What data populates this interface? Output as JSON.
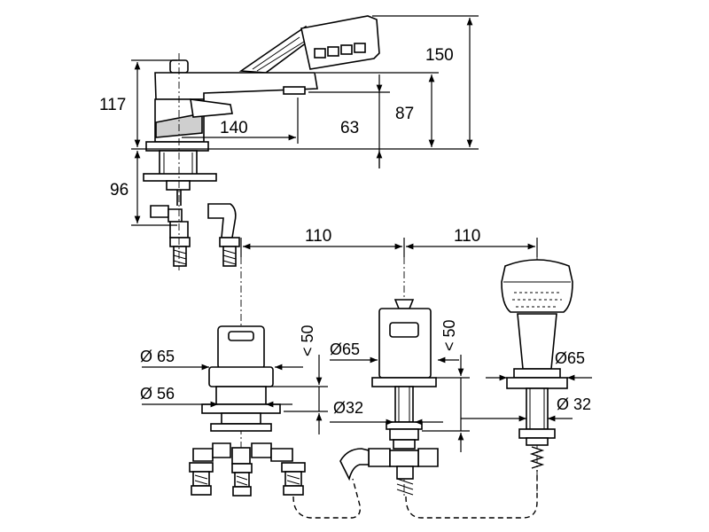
{
  "dimensions": {
    "height_150": "150",
    "height_117": "117",
    "height_87": "87",
    "height_63": "63",
    "reach_140": "140",
    "depth_96": "96",
    "spacing_left": "110",
    "spacing_right": "110",
    "max_50_left": "< 50",
    "max_50_right": "< 50",
    "dia_65_left": "Ø 65",
    "dia_56_left": "Ø 56",
    "dia_65_mid": "Ø65",
    "dia_32_mid": "Ø32",
    "dia_65_right": "Ø65",
    "dia_32_right": "Ø 32"
  },
  "colors": {
    "line": "#000000",
    "fill": "#ffffff",
    "shade": "#cfcfcf"
  }
}
